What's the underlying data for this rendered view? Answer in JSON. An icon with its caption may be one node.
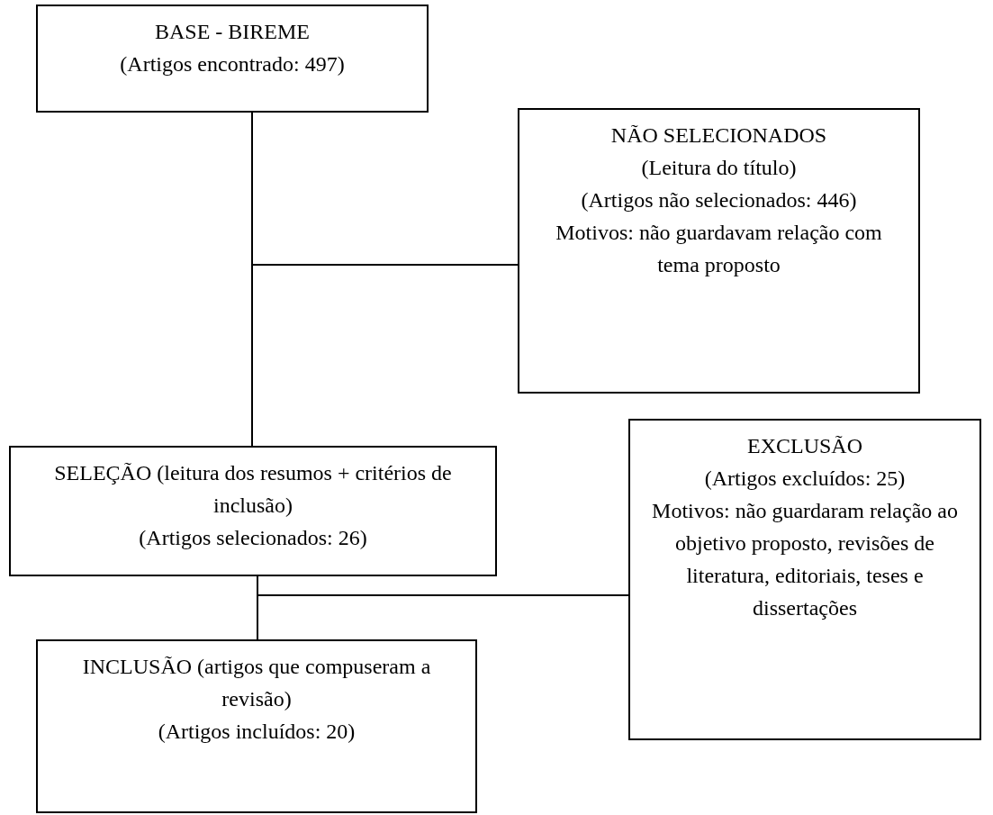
{
  "diagram": {
    "nodes": [
      {
        "text": [
          "BASE - BIREME",
          "(Artigos encontrado: 497)"
        ]
      },
      {
        "text": [
          "NÃO SELECIONADOS",
          "(Leitura do título)",
          "(Artigos não selecionados: 446)",
          "Motivos: não guardavam relação com tema proposto"
        ]
      },
      {
        "text": [
          "SELEÇÃO (leitura dos resumos + critérios de inclusão)",
          "(Artigos selecionados: 26)"
        ]
      },
      {
        "text": [
          "EXCLUSÃO",
          "(Artigos excluídos: 25)",
          "Motivos: não guardaram relação ao objetivo proposto, revisões de literatura, editoriais, teses e dissertações"
        ]
      },
      {
        "text": [
          "INCLUSÃO (artigos que compuseram a revisão)",
          "(Artigos incluídos: 20)"
        ]
      }
    ],
    "edges": [
      {
        "from": 0,
        "to": 2,
        "arrow": "none"
      },
      {
        "from": 0,
        "to": 1,
        "arrow": "none"
      },
      {
        "from": 2,
        "to": 3,
        "arrow": "none"
      },
      {
        "from": 2,
        "to": 4,
        "arrow": "none"
      }
    ]
  }
}
